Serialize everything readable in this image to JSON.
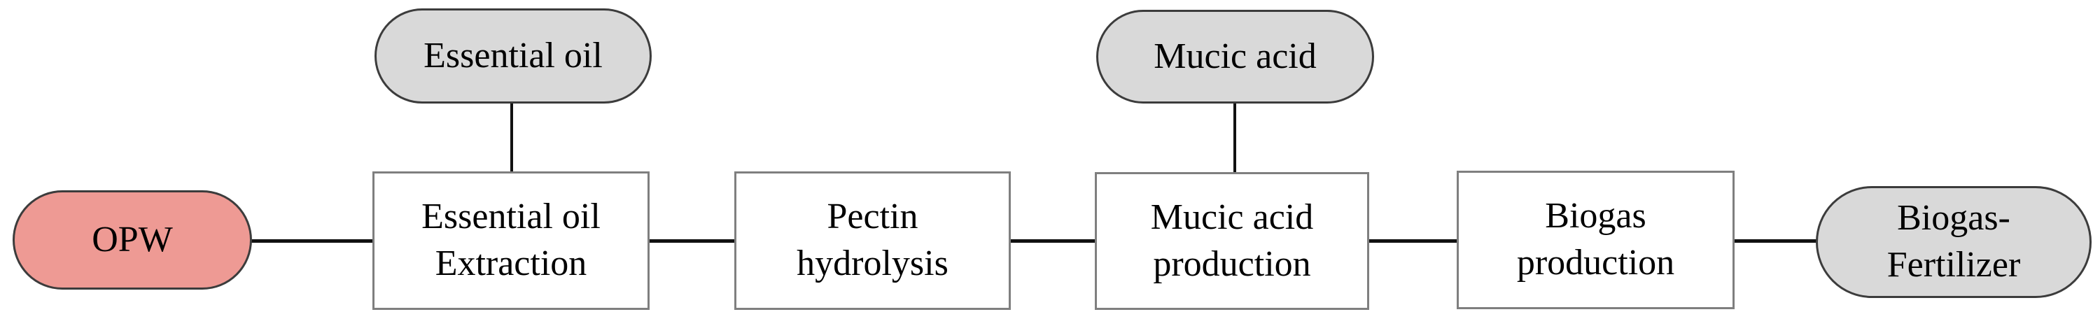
{
  "diagram": {
    "type": "flowchart",
    "description": "Orange peel waste valorization process flow",
    "colors": {
      "feedstock_fill": "#ee9a94",
      "product_fill": "#d9d9d9",
      "process_fill": "#ffffff",
      "process_border": "#7f7f7f",
      "pill_border": "#3c3c3c",
      "line_color": "#111111",
      "text_color": "#000000"
    },
    "nodes": [
      {
        "id": "opw",
        "shape": "pill",
        "role": "feedstock",
        "lines": {
          "0": "OPW"
        }
      },
      {
        "id": "essential-oil",
        "shape": "pill",
        "role": "product",
        "lines": {
          "0": "Essential oil"
        }
      },
      {
        "id": "mucic-acid",
        "shape": "pill",
        "role": "product",
        "lines": {
          "0": "Mucic acid"
        }
      },
      {
        "id": "essential-oil-extraction",
        "shape": "box",
        "role": "process",
        "lines": {
          "0": "Essential oil",
          "1": "Extraction"
        }
      },
      {
        "id": "pectin-hydrolysis",
        "shape": "box",
        "role": "process",
        "lines": {
          "0": "Pectin",
          "1": "hydrolysis"
        }
      },
      {
        "id": "mucic-acid-production",
        "shape": "box",
        "role": "process",
        "lines": {
          "0": "Mucic acid",
          "1": "production"
        }
      },
      {
        "id": "biogas-production",
        "shape": "box",
        "role": "process",
        "lines": {
          "0": "Biogas",
          "1": "production"
        }
      },
      {
        "id": "biogas-fertilizer",
        "shape": "pill",
        "role": "product",
        "lines": {
          "0": "Biogas-",
          "1": "Fertilizer"
        }
      }
    ],
    "connections": [
      {
        "from": "opw",
        "to": "essential-oil-extraction",
        "orientation": "horizontal"
      },
      {
        "from": "essential-oil-extraction",
        "to": "pectin-hydrolysis",
        "orientation": "horizontal"
      },
      {
        "from": "pectin-hydrolysis",
        "to": "mucic-acid-production",
        "orientation": "horizontal"
      },
      {
        "from": "mucic-acid-production",
        "to": "biogas-production",
        "orientation": "horizontal"
      },
      {
        "from": "biogas-production",
        "to": "biogas-fertilizer",
        "orientation": "horizontal"
      },
      {
        "from": "essential-oil",
        "to": "essential-oil-extraction",
        "orientation": "vertical"
      },
      {
        "from": "mucic-acid",
        "to": "mucic-acid-production",
        "orientation": "vertical"
      }
    ]
  }
}
